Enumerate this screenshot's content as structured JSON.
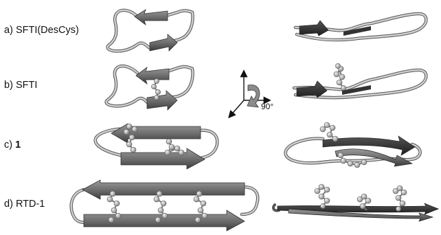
{
  "panels": [
    {
      "letter": "a)",
      "name": "SFTI(DesCys)",
      "bold": false
    },
    {
      "letter": "b)",
      "name": "SFTI",
      "bold": false
    },
    {
      "letter": "c)",
      "name": "1",
      "bold": true
    },
    {
      "letter": "d)",
      "name": "RTD-1",
      "bold": false
    }
  ],
  "rotation": {
    "label": "90°",
    "icon": "rotation-axes-icon"
  },
  "colors": {
    "strand": "#6e6e6e",
    "strand_dark": "#2f2f2f",
    "loop": "#c8c8c8",
    "loop_edge": "#555555",
    "atom": "#b9b9b9",
    "atom_edge": "#555555"
  }
}
